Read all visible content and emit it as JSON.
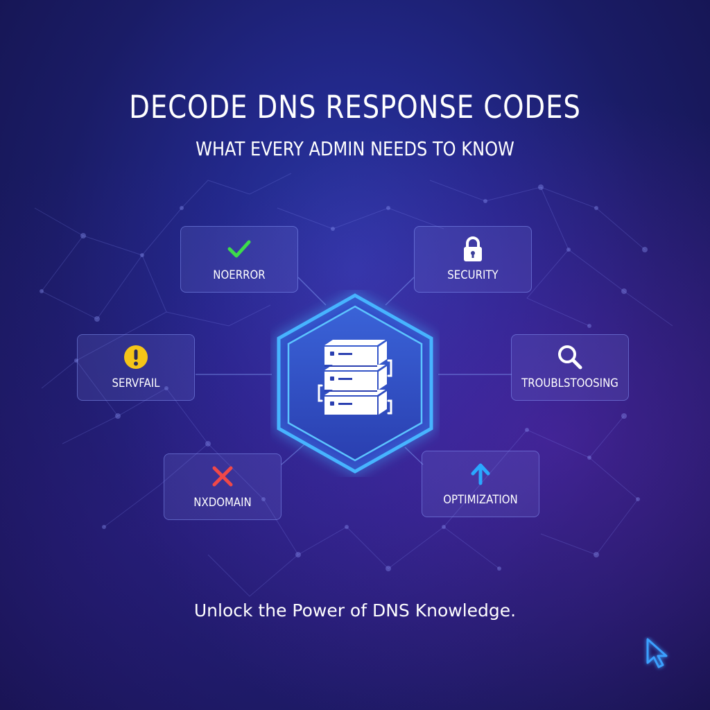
{
  "header": {
    "title": "DECODE DNS RESPONSE CODES",
    "subtitle": "WHAT EVERY ADMIN NEEDS TO KNOW"
  },
  "cards": {
    "noerror": {
      "label": "NOERROR",
      "icon": "checkmark-icon",
      "color": "#3ddc4a"
    },
    "servfail": {
      "label": "SERVFAIL",
      "icon": "exclamation-icon",
      "color": "#f5c518"
    },
    "nxdomain": {
      "label": "NXDOMAIN",
      "icon": "x-mark-icon",
      "color": "#f04848"
    },
    "security": {
      "label": "SECURITY",
      "icon": "padlock-icon",
      "color": "#ffffff"
    },
    "troubleshooting": {
      "label": "TROUBLSTOOSING",
      "icon": "magnifier-icon",
      "color": "#ffffff"
    },
    "optimization": {
      "label": "OPTIMIZATION",
      "icon": "arrow-up-icon",
      "color": "#2aa8ff"
    }
  },
  "center": {
    "icon": "server-stack-icon",
    "glow": "#3aa0ff"
  },
  "footer": {
    "tagline": "Unlock the Power of DNS Knowledge."
  },
  "cursor": {
    "icon": "cursor-icon",
    "color": "#3aa0ff"
  }
}
